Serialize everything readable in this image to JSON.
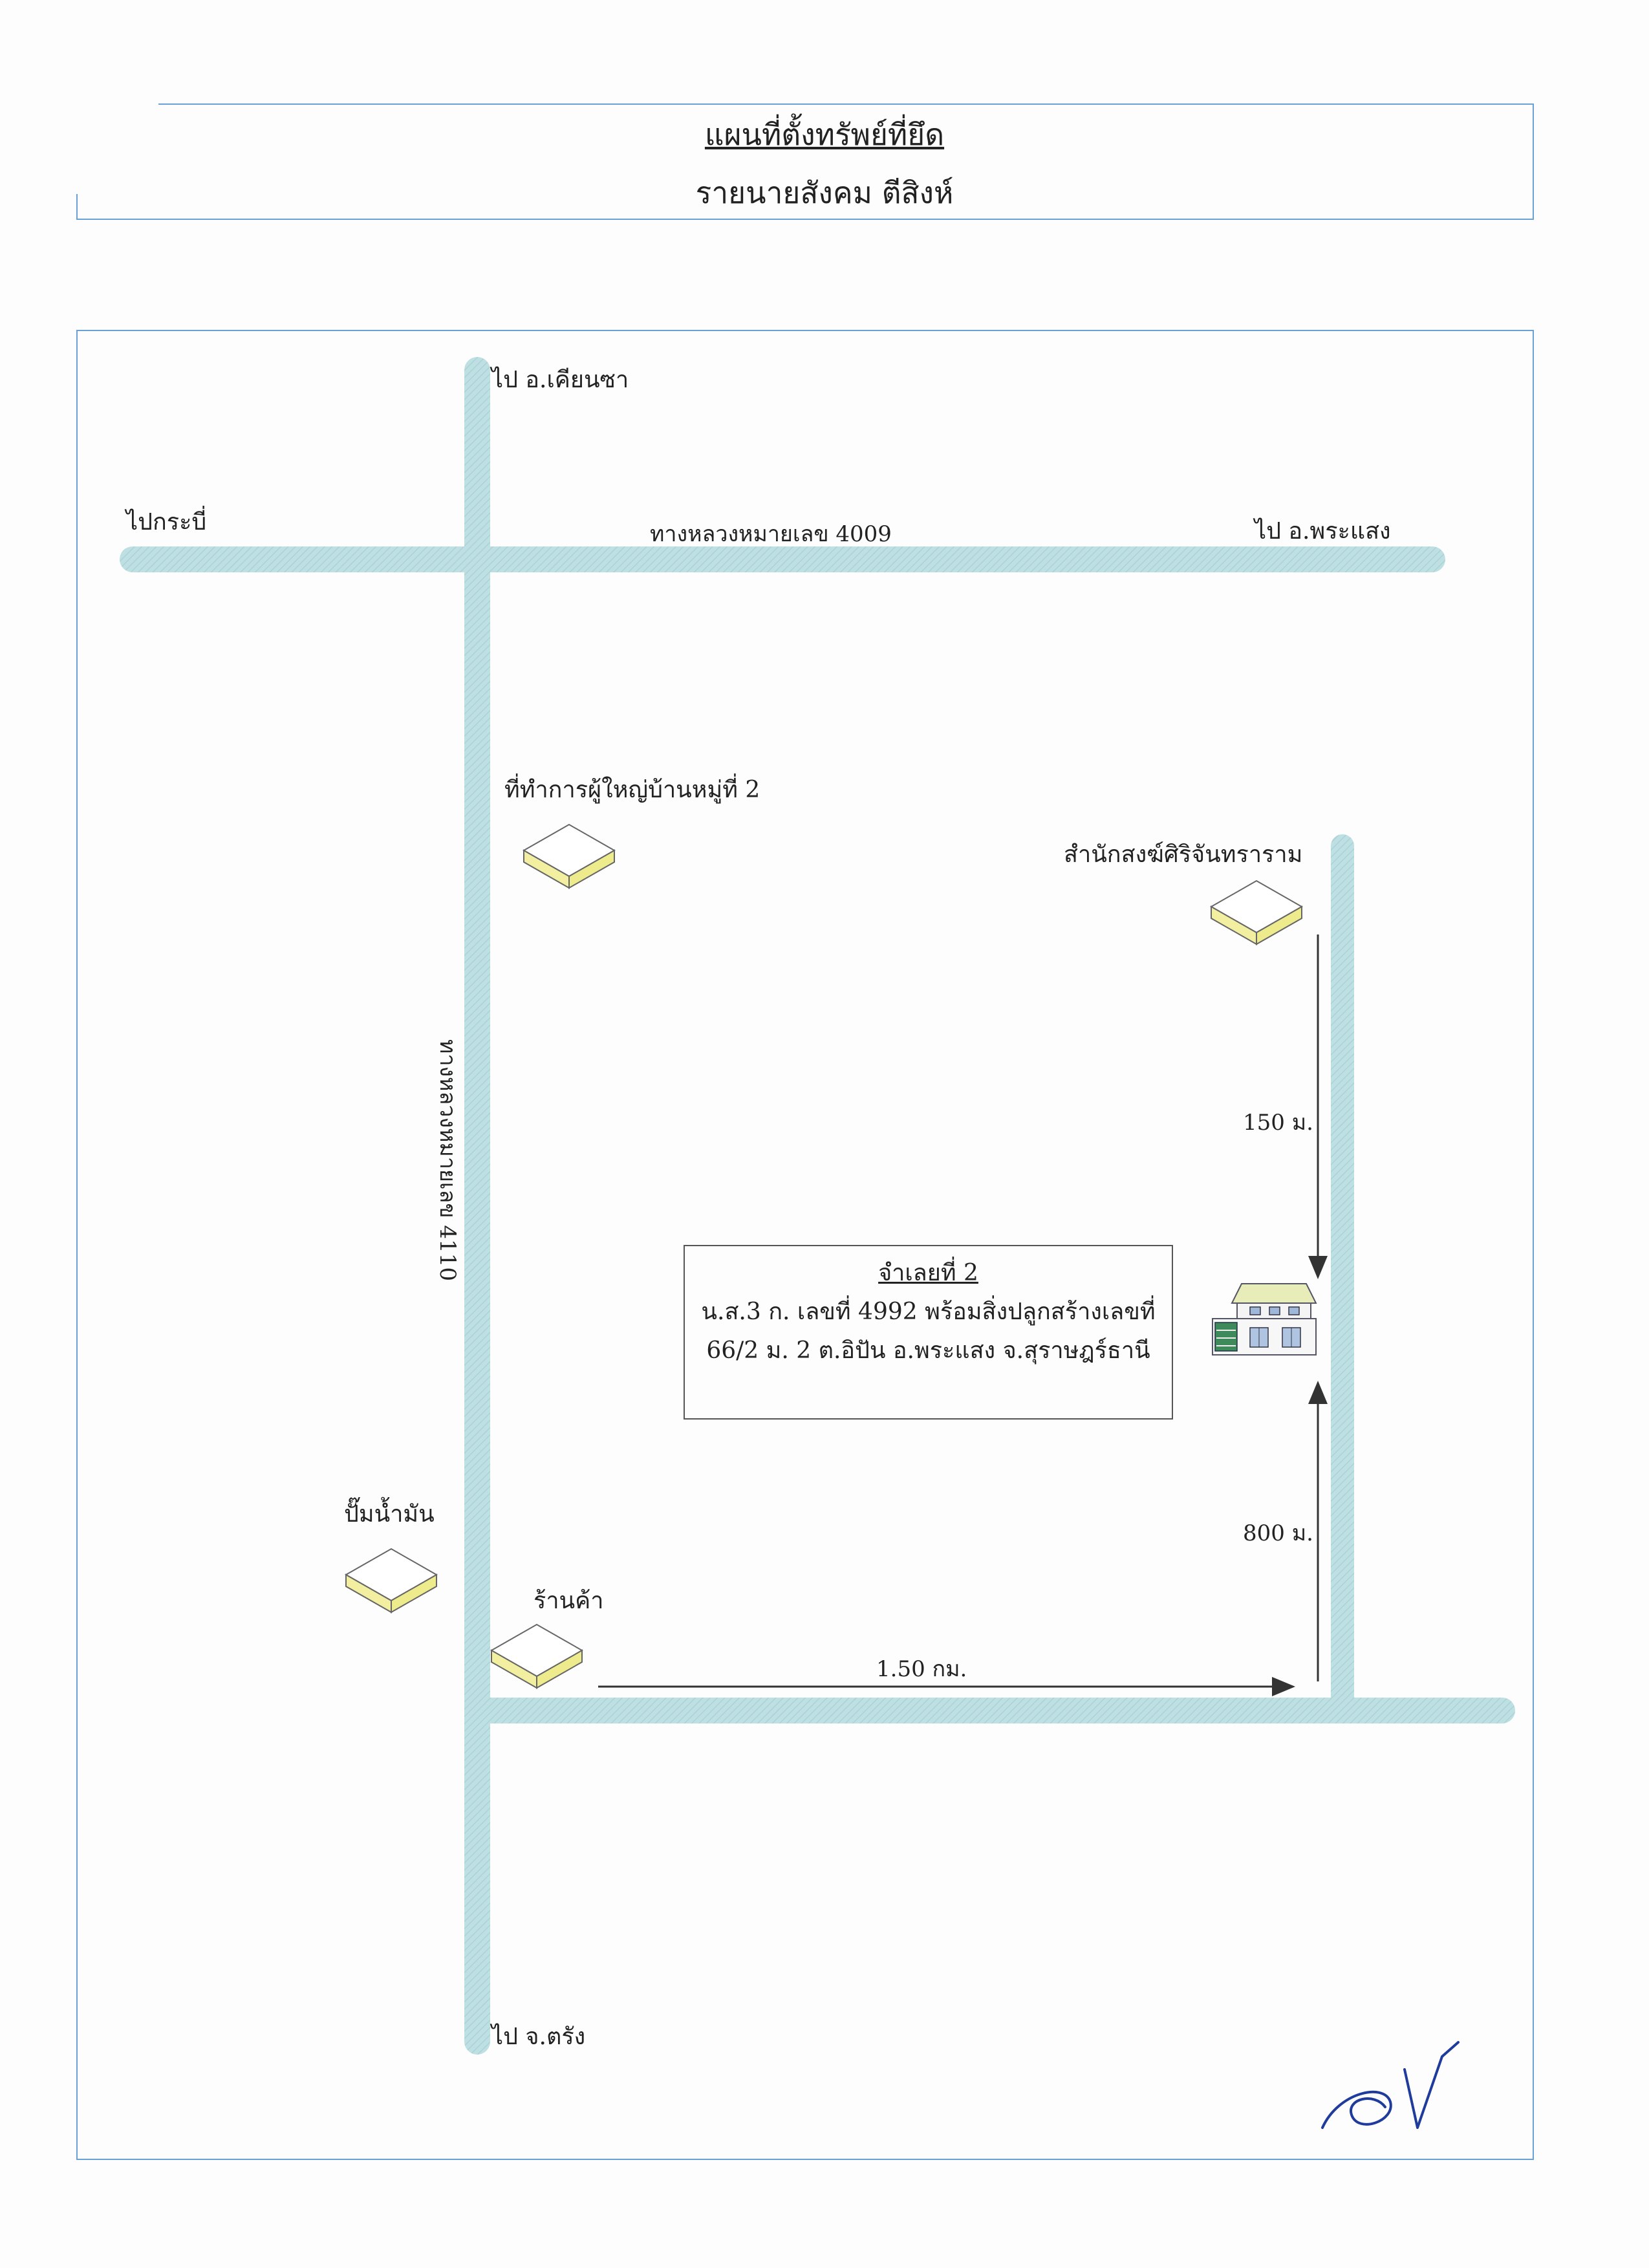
{
  "header": {
    "title": "แผนที่ตั้งทรัพย์ที่ยึด",
    "subtitle": "รายนายสังคม ตีสิงห์"
  },
  "map": {
    "roads": {
      "road_4009_label": "ทางหลวงหมายเลข 4009",
      "road_4110_label": "ทางหลวงหมายเลข 4110"
    },
    "directions": {
      "to_krabi": "ไปกระบี่",
      "to_khian_sa": "ไป อ.เคียนซา",
      "to_phra_saeng": "ไป อ.พระแสง",
      "to_trang": "ไป จ.ตรัง"
    },
    "landmarks": {
      "village_head_office": "ที่ทำการผู้ใหญ่บ้านหมู่ที่ 2",
      "monastery": "สำนักสงฆ์ศิริจันทราราม",
      "gas_station": "ปั๊มน้ำมัน",
      "shop": "ร้านค้า"
    },
    "distances": {
      "d_150": "150 ม.",
      "d_800": "800 ม.",
      "d_1_5km": "1.50 กม."
    },
    "property_box": {
      "title": "จำเลยที่ 2",
      "line1": "น.ส.3 ก. เลขที่ 4992 พร้อมสิ่งปลูกสร้างเลขที่",
      "line2": "66/2 ม. 2 ต.อิปัน อ.พระแสง จ.สุราษฎร์ธานี"
    },
    "colors": {
      "road": "#b8dde0",
      "frame": "#6a9fd8",
      "building_top": "#ffffff",
      "building_side": "#f2f0a0"
    }
  }
}
